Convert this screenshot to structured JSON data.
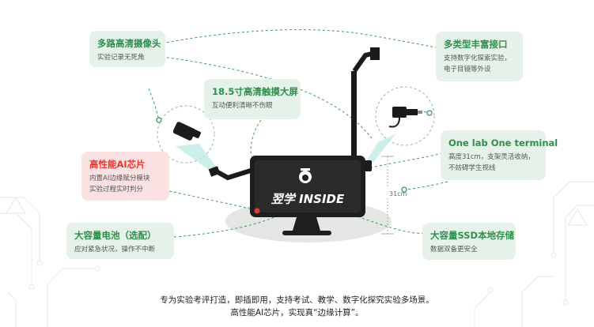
{
  "features": {
    "camera": {
      "title": "多路高清摄像头",
      "desc": [
        "实验记录无死角"
      ]
    },
    "touchscreen": {
      "title": "18.5寸高清触摸大屏",
      "desc": [
        "互动便利清晰不伤眼"
      ]
    },
    "ai_chip": {
      "title": "高性能AI芯片",
      "desc": [
        "内置AI边缘赋分模块",
        "实验过程实时判分"
      ]
    },
    "battery": {
      "title": "大容量电池（选配）",
      "desc": [
        "应对紧急状况，操作不中断"
      ]
    },
    "interfaces": {
      "title": "多类型丰富接口",
      "desc": [
        "支持数字化探索实验，",
        "电子目镜等外设"
      ]
    },
    "terminal": {
      "title": "One lab One terminal",
      "desc": [
        "高度31cm，支架灵活收纳，",
        "不妨碍学生视线"
      ]
    },
    "ssd": {
      "title": "大容量SSD本地存储",
      "desc": [
        "数据双备更安全"
      ]
    }
  },
  "device": {
    "brand": "翌学",
    "badge": "INSIDE"
  },
  "height_label": "31cm",
  "caption": [
    "专为实验考评打造，即插即用，支持考试、教学、数字化探究实验多场景。",
    "高性能AI芯片，实现真“边缘计算”。"
  ],
  "colors": {
    "accent_green": "#2f8f4e",
    "accent_red": "#e53935",
    "card_green": "#e6f2e9",
    "card_red": "#fbe1e1"
  }
}
